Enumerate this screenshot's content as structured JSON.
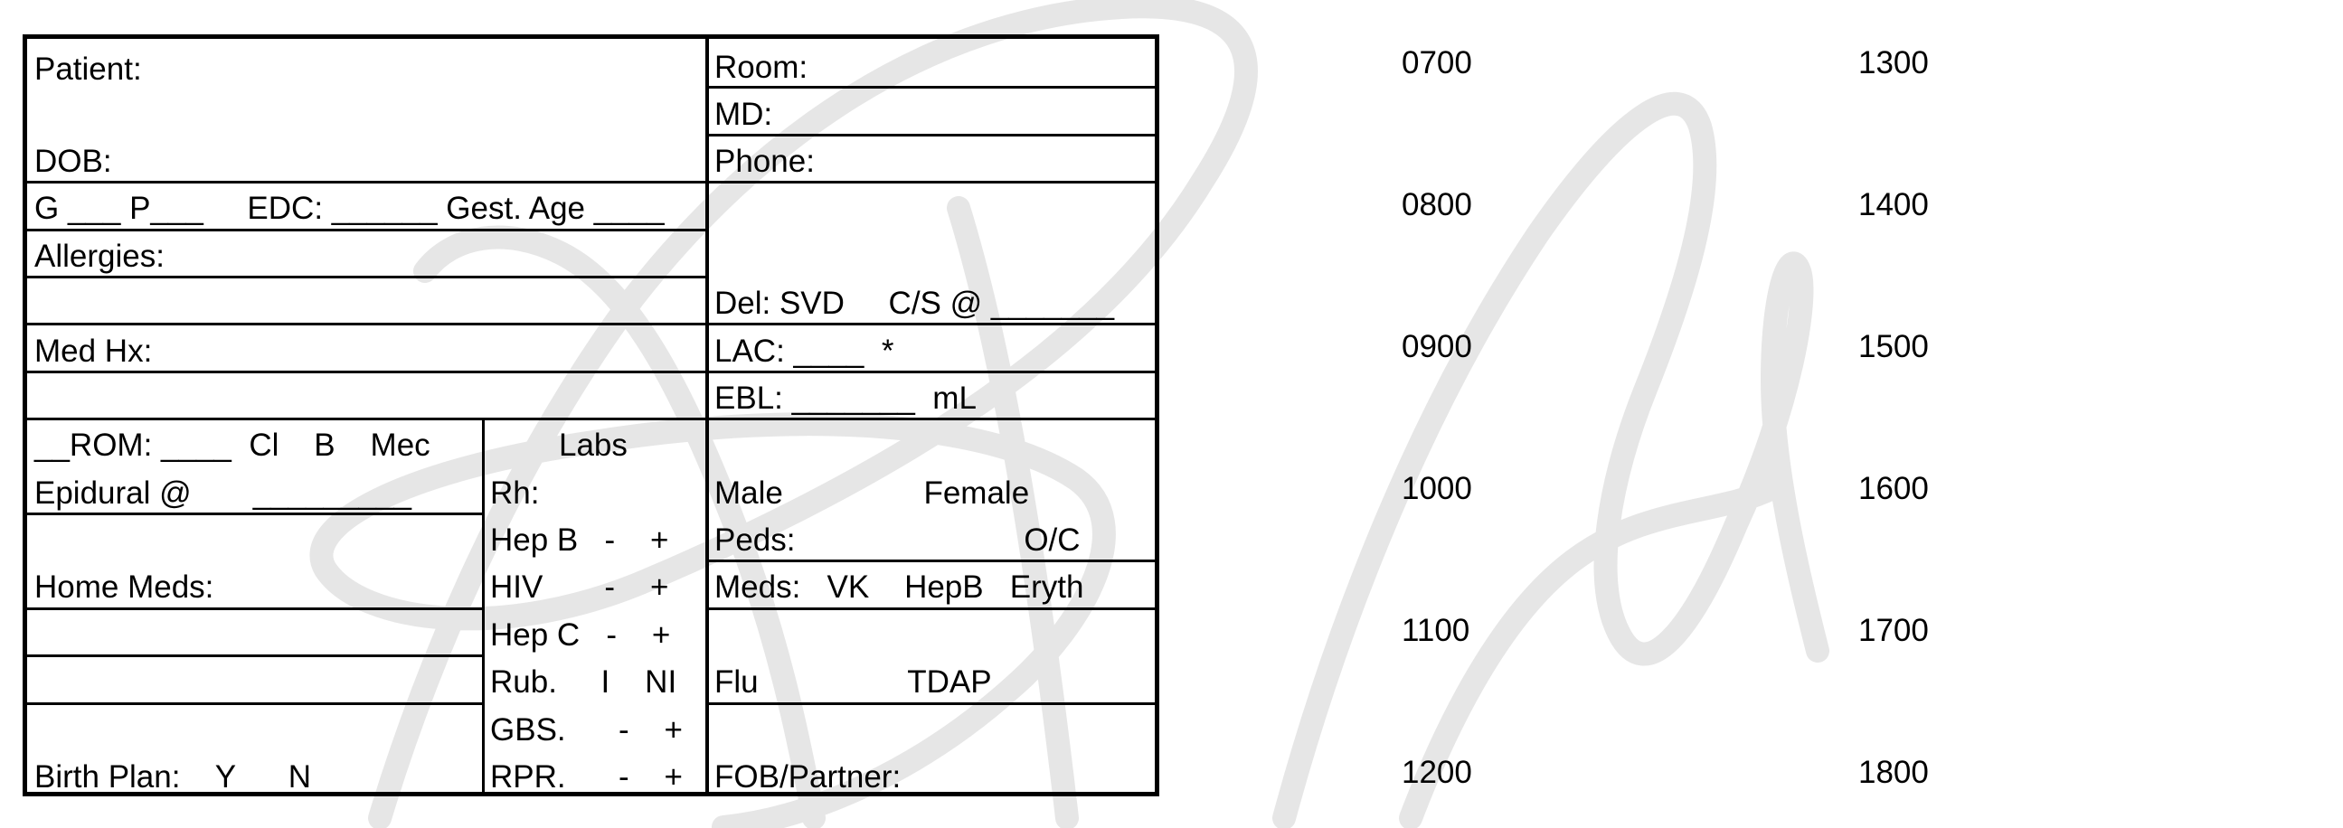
{
  "form": {
    "patient": "Patient:",
    "dob": "DOB:",
    "room": "Room:",
    "md": "MD:",
    "phone": "Phone:",
    "gp_line": "G ___ P___     EDC: ______ Gest. Age ____",
    "allergies": "Allergies:",
    "del_line": "Del: SVD     C/S @ _______",
    "med_hx": "Med Hx:",
    "lac": "LAC: ____  *",
    "ebl": "EBL: _______  mL",
    "rom_line": "__ROM: ____  Cl    B    Mec",
    "epidural": "Epidural @       _________",
    "home_meds": "Home Meds:",
    "birth_plan": "Birth Plan:    Y      N",
    "labs_header": "Labs",
    "rh": "Rh:",
    "hepb": "Hep B   -    +",
    "hiv": "HIV       -    +",
    "hepc": "Hep C   -    +",
    "rub": "Rub.     I    NI",
    "gbs": "GBS.      -    +",
    "rpr": "RPR.      -    +",
    "male_female": "Male                Female",
    "peds": "Peds:                          O/C",
    "meds": "Meds:   VK    HepB   Eryth",
    "flu_tdap": "Flu                 TDAP",
    "fob": "FOB/Partner:"
  },
  "times": {
    "col1": [
      "0700",
      "0800",
      "0900",
      "1000",
      "1100",
      "1200"
    ],
    "col2": [
      "1300",
      "1400",
      "1500",
      "1600",
      "1700",
      "1800"
    ]
  },
  "colors": {
    "ink": "#000000",
    "watermark": "#e6e6e6"
  },
  "watermark_signature": "handwritten signature mark (light gray, decorative)"
}
